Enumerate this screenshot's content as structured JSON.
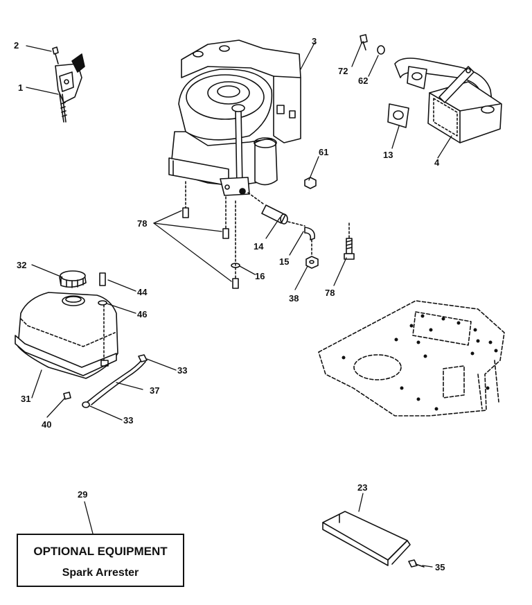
{
  "callouts": {
    "c1": "1",
    "c2": "2",
    "c3": "3",
    "c4": "4",
    "c13": "13",
    "c14": "14",
    "c15": "15",
    "c16": "16",
    "c23": "23",
    "c29": "29",
    "c31": "31",
    "c32": "32",
    "c33a": "33",
    "c33b": "33",
    "c35": "35",
    "c37": "37",
    "c38": "38",
    "c40": "40",
    "c44": "44",
    "c46": "46",
    "c61": "61",
    "c62": "62",
    "c72": "72",
    "c78a": "78",
    "c78b": "78"
  },
  "optional_box": {
    "title": "OPTIONAL EQUIPMENT",
    "subtitle": "Spark Arrester"
  }
}
